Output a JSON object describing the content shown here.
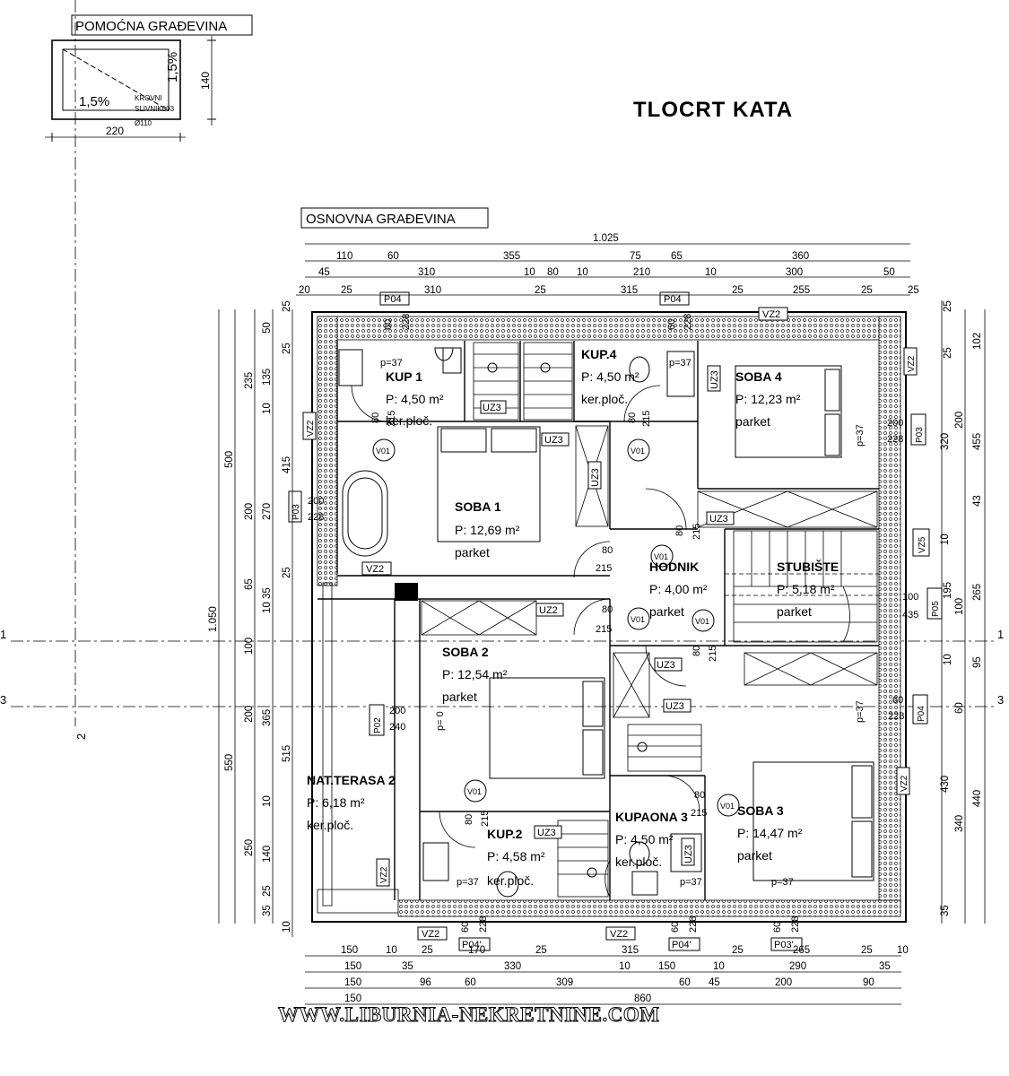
{
  "title": "TLOCRT KATA",
  "boxes": {
    "aux": "POMOĆNA GRAĐEVINA",
    "main": "OSNOVNA GRAĐEVINA"
  },
  "aux_plan": {
    "slope_h": "1,5%",
    "slope_v": "1,5%",
    "drain_1": "KROVNI",
    "drain_2": "SLIVNIK003",
    "drain_3": "Ø110",
    "width": "220",
    "height": "140"
  },
  "rooms": [
    {
      "name": "KUP 1",
      "area": "P: 4,50 m²",
      "floor": "ker.ploč."
    },
    {
      "name": "KUP.4",
      "area": "P: 4,50 m²",
      "floor": "ker.ploč."
    },
    {
      "name": "SOBA 4",
      "area": "P: 12,23 m²",
      "floor": "parket"
    },
    {
      "name": "SOBA 1",
      "area": "P: 12,69 m²",
      "floor": "parket"
    },
    {
      "name": "HODNIK",
      "area": "P: 4,00 m²",
      "floor": "parket"
    },
    {
      "name": "STUBIŠTE",
      "area": "P: 5,18 m²",
      "floor": "parket"
    },
    {
      "name": "SOBA 2",
      "area": "P: 12,54 m²",
      "floor": "parket"
    },
    {
      "name": "NAT.TERASA 2",
      "area": "P: 6,18 m²",
      "floor": "ker.ploč."
    },
    {
      "name": "KUP.2",
      "area": "P: 4,58 m²",
      "floor": "ker.ploč."
    },
    {
      "name": "KUPAONA 3",
      "area": "P: 4,50 m²",
      "floor": "ker.ploč."
    },
    {
      "name": "SOBA 3",
      "area": "P: 14,47 m²",
      "floor": "parket"
    }
  ],
  "openings": {
    "tags": [
      "P04",
      "P04",
      "VZ2",
      "VZ2",
      "VZ2",
      "P03",
      "VZ2",
      "VZ5",
      "P05",
      "P04",
      "VZ2",
      "P02",
      "VZ2",
      "VZ2",
      "P04'",
      "VZ2",
      "P04'",
      "P03'",
      "P03"
    ],
    "doors": [
      "V01",
      "V01",
      "V01",
      "V01",
      "V01",
      "V01",
      "V01"
    ],
    "cabinets": [
      "UZ3",
      "UZ3",
      "UZ3",
      "UZ3",
      "UZ3",
      "UZ3",
      "UZ3",
      "UZ2",
      "UZ3",
      "UZ3"
    ],
    "sill": "p=37",
    "sill_zero": "p= 0"
  },
  "dims": {
    "top_total": "1.025",
    "top_r1": [
      "110",
      "60",
      "355",
      "75",
      "65",
      "360"
    ],
    "top_r2": [
      "45",
      "310",
      "10",
      "80",
      "10",
      "210",
      "10",
      "300",
      "50"
    ],
    "top_r3": [
      "20",
      "25",
      "310",
      "25",
      "315",
      "25",
      "255",
      "25",
      "25"
    ],
    "bottom_r1": [
      "150",
      "10",
      "25",
      "170",
      "25",
      "315",
      "25",
      "265",
      "25",
      "10"
    ],
    "bottom_r2": [
      "150",
      "35",
      "330",
      "10",
      "150",
      "10",
      "290",
      "35"
    ],
    "bottom_r3": [
      "150",
      "96",
      "60",
      "309",
      "60",
      "45",
      "200",
      "90"
    ],
    "bottom_r4": [
      "150",
      "860"
    ],
    "left_total": "1.050",
    "left_a": [
      "500",
      "550"
    ],
    "left_b": [
      "235",
      "200",
      "65",
      "100",
      "200",
      "250"
    ],
    "left_c": [
      "25",
      "50",
      "25",
      "135",
      "10",
      "415",
      "270",
      "25",
      "35",
      "10",
      "365",
      "515",
      "10",
      "140",
      "25",
      "35",
      "10"
    ],
    "right_a": [
      "102",
      "455",
      "43",
      "265",
      "95",
      "440"
    ],
    "right_b": [
      "25",
      "25",
      "200",
      "320",
      "10",
      "195",
      "100",
      "10",
      "60",
      "430",
      "340",
      "35"
    ],
    "opening_marks": [
      "60",
      "228",
      "200",
      "228",
      "80",
      "215",
      "80",
      "215",
      "100",
      "435",
      "60",
      "228",
      "200",
      "240",
      "80",
      "215",
      "60",
      "228",
      "60",
      "228",
      "60",
      "228",
      "80",
      "215"
    ],
    "axis": [
      "1",
      "1",
      "3",
      "3",
      "2"
    ]
  },
  "watermark": "WWW.LIBURNIA-NEKRETNINE.COM"
}
